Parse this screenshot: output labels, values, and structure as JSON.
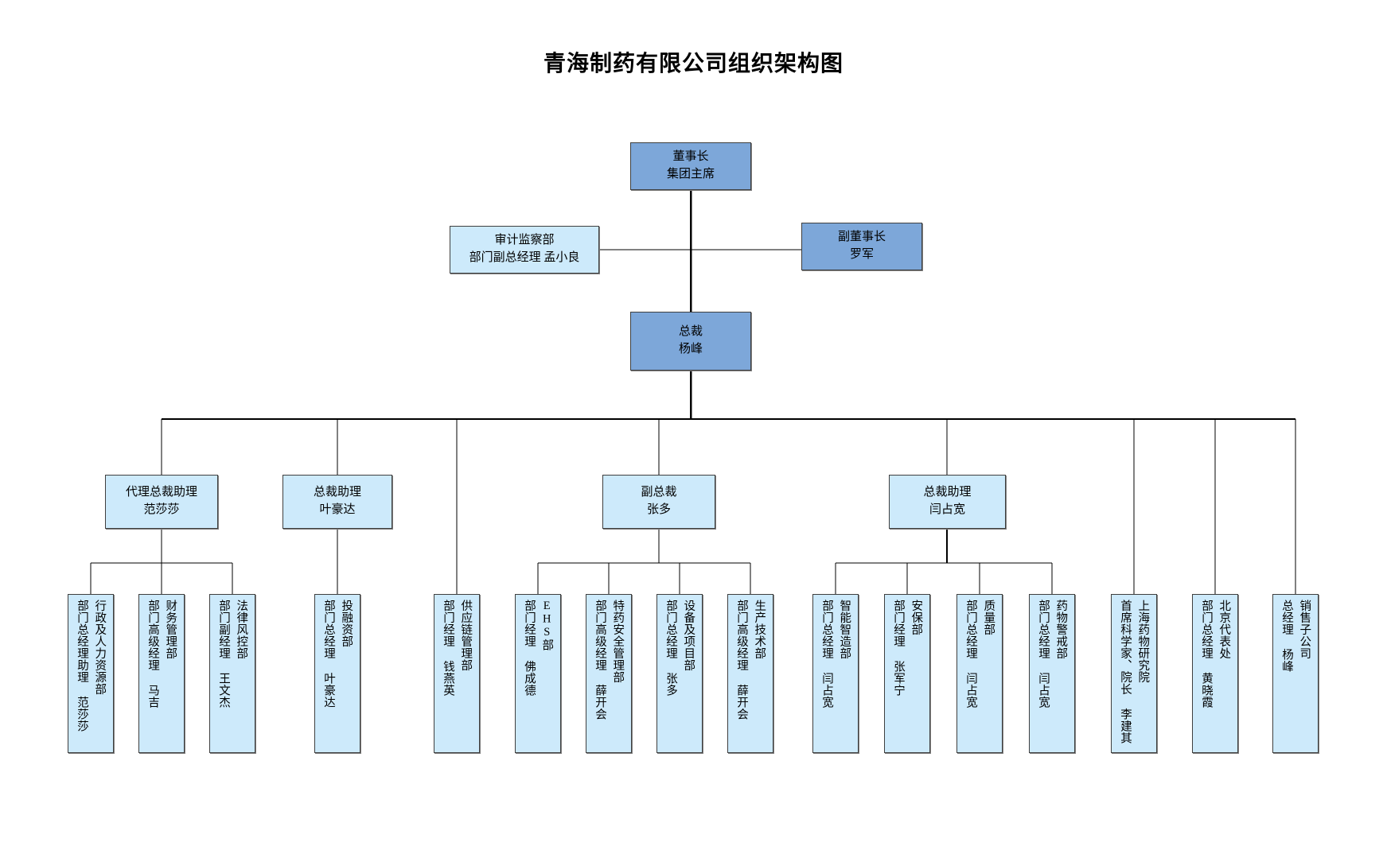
{
  "title": "青海制药有限公司组织架构图",
  "colors": {
    "dark_box": "#7da7d9",
    "light_box": "#cdeafb",
    "border": "#3f3f3f",
    "line": "#000000",
    "text": "#000000",
    "background": "#ffffff"
  },
  "top": {
    "chairman": {
      "title": "董事长",
      "role": "集团主席",
      "label": "董事长\n集团主席"
    },
    "vice_chairman": {
      "title": "副董事长",
      "name": "罗军",
      "label": "副董事长\n罗军"
    },
    "audit": {
      "dept": "审计监察部",
      "role": "部门副总经理",
      "name": "孟小良",
      "label": "审计监察部\n部门副总经理  孟小良"
    },
    "president": {
      "title": "总裁",
      "name": "杨峰",
      "label": "总裁\n杨峰"
    }
  },
  "mid": [
    {
      "title": "代理总裁助理",
      "name": "范莎莎",
      "label": "代理总裁助理\n范莎莎"
    },
    {
      "title": "总裁助理",
      "name": "叶豪达",
      "label": "总裁助理\n叶豪达"
    },
    {
      "title": "副总裁",
      "name": "张多",
      "label": "副总裁\n张多"
    },
    {
      "title": "总裁助理",
      "name": "闫占宽",
      "label": "总裁助理\n闫占宽"
    }
  ],
  "departments": [
    {
      "dept": "行政及人力资源部",
      "role": "部门总经理助理  范莎莎",
      "parent": "代理总裁助理 范莎莎"
    },
    {
      "dept": "财务管理部",
      "role": "部门高级经理  马吉",
      "parent": "代理总裁助理 范莎莎"
    },
    {
      "dept": "法律风控部",
      "role": "部门副经理  王文杰",
      "parent": "代理总裁助理 范莎莎"
    },
    {
      "dept": "投融资部",
      "role": "部门总经理  叶豪达",
      "parent": "总裁助理 叶豪达"
    },
    {
      "dept": "供应链管理部",
      "role": "部门经理  钱燕英",
      "parent": "总裁"
    },
    {
      "dept": "EHS部",
      "role": "部门经理  佛成德",
      "parent": "副总裁 张多"
    },
    {
      "dept": "特药安全管理部",
      "role": "部门高级经理  薛开会",
      "parent": "副总裁 张多"
    },
    {
      "dept": "设备及项目部",
      "role": "部门总经理  张多",
      "parent": "副总裁 张多"
    },
    {
      "dept": "生产技术部",
      "role": "部门高级经理  薛开会",
      "parent": "副总裁 张多"
    },
    {
      "dept": "智能智造部",
      "role": "部门总经理  闫占宽",
      "parent": "总裁助理 闫占宽"
    },
    {
      "dept": "安保部",
      "role": "部门经理  张军宁",
      "parent": "总裁助理 闫占宽"
    },
    {
      "dept": "质量部",
      "role": "部门总经理  闫占宽",
      "parent": "总裁助理 闫占宽"
    },
    {
      "dept": "药物警戒部",
      "role": "部门总经理  闫占宽",
      "parent": "总裁助理 闫占宽"
    },
    {
      "dept": "上海药物研究院",
      "role": "首席科学家、院长  李建其",
      "parent": "总裁"
    },
    {
      "dept": "北京代表处",
      "role": "部门总经理  黄晓霞",
      "parent": "总裁"
    },
    {
      "dept": "销售子公司",
      "role": "总经理  杨峰",
      "parent": "总裁"
    }
  ]
}
